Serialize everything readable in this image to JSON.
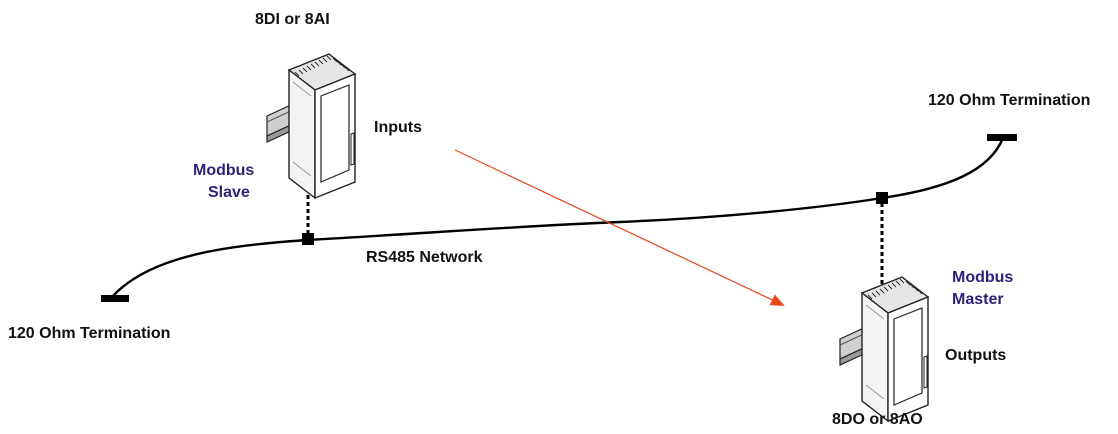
{
  "slave_device": {
    "model_label": "8DI or 8AI",
    "io_label": "Inputs",
    "role_line1": "Modbus",
    "role_line2": "Slave"
  },
  "master_device": {
    "model_label": "8DO or 8AO",
    "io_label": "Outputs",
    "role_line1": "Modbus",
    "role_line2": "Master"
  },
  "network": {
    "label": "RS485 Network",
    "termination_left": "120 Ohm Termination",
    "termination_right": "120 Ohm Termination"
  },
  "colors": {
    "role_text": "#2e1f78",
    "arrow": "#e8481c",
    "cable": "#000000"
  },
  "icons": [
    "io-module-icon",
    "din-rail-icon",
    "termination-resistor-icon",
    "tap-node-icon"
  ]
}
